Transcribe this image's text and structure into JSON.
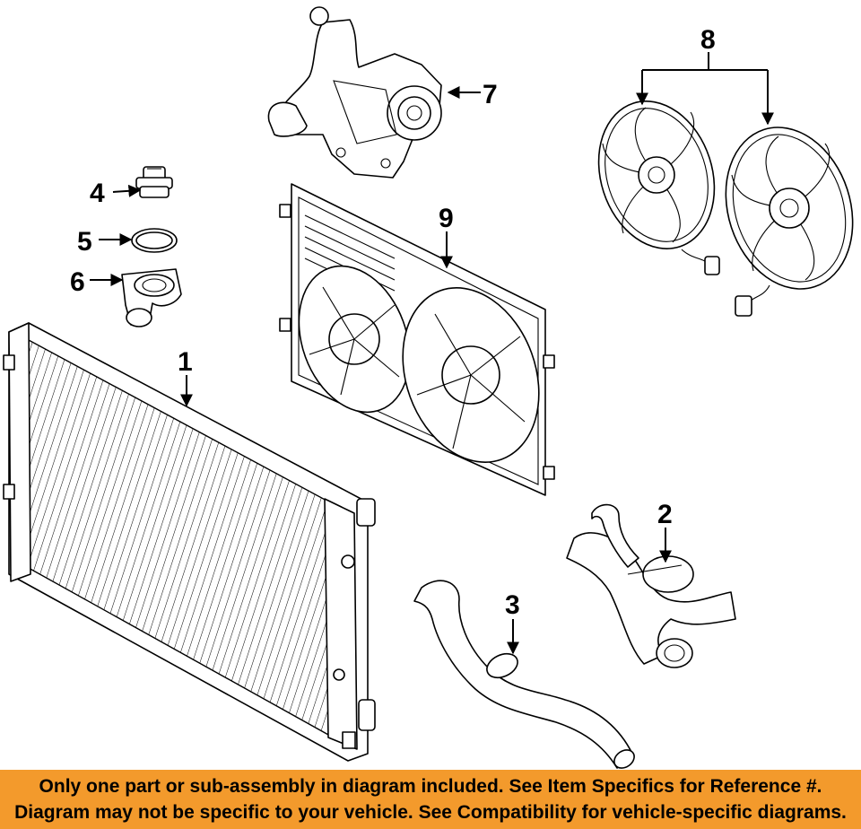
{
  "callouts": {
    "c1": "1",
    "c2": "2",
    "c3": "3",
    "c4": "4",
    "c5": "5",
    "c6": "6",
    "c7": "7",
    "c8": "8",
    "c9": "9"
  },
  "banner": {
    "line1": "Only one part or sub-assembly in diagram included. See Item Specifics for Reference #.",
    "line2": "Diagram may not be specific to your vehicle. See Compatibility for vehicle-specific diagrams."
  },
  "colors": {
    "banner_bg": "#f39a2c",
    "ink": "#000000"
  }
}
